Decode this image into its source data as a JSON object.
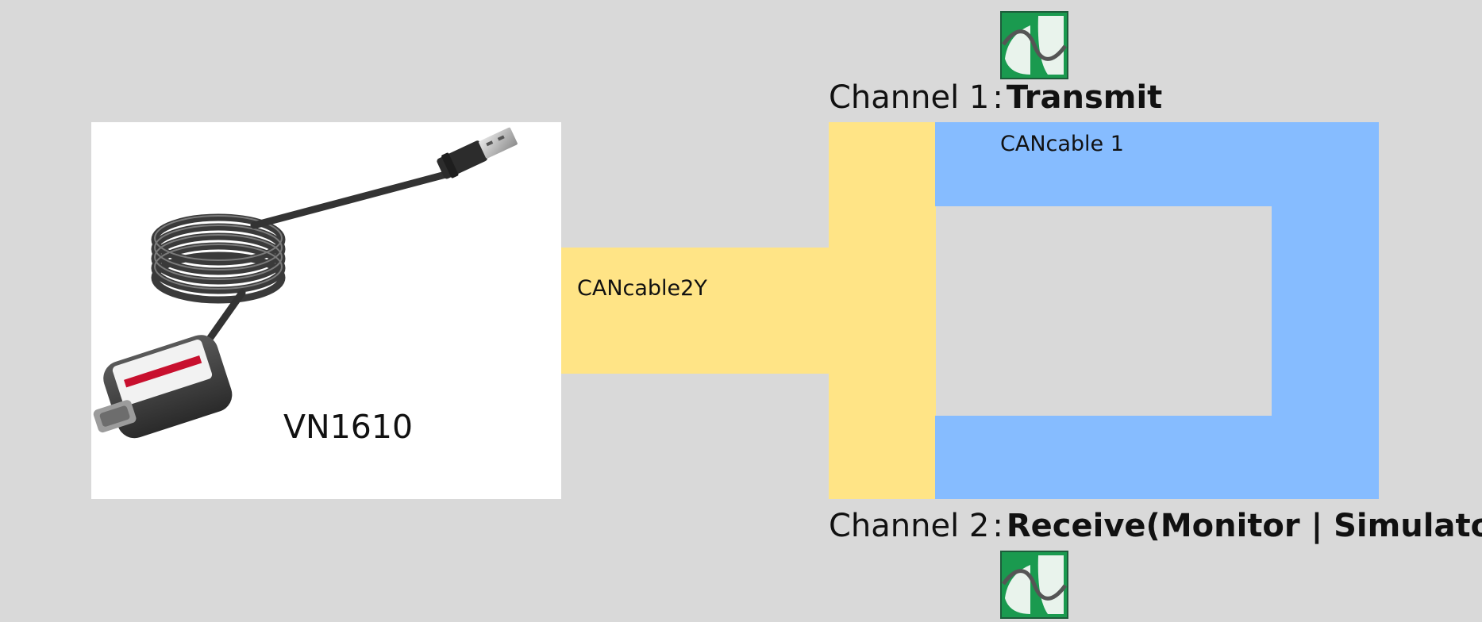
{
  "device": {
    "label": "VN1610",
    "image_icon": "usb-interface-device-icon"
  },
  "cables": {
    "yellow": {
      "label": "CANcable2Y",
      "color": "#ffe486"
    },
    "blue": {
      "label": "CANcable 1",
      "color": "#86bcff"
    }
  },
  "channels": [
    {
      "prefix": "Channel 1",
      "separator": ":",
      "role": "Transmit",
      "icon": "can-node-icon"
    },
    {
      "prefix": "Channel 2",
      "separator": ":",
      "role": "Receive(Monitor | Simulator)",
      "icon": "can-node-icon"
    }
  ],
  "colors": {
    "background": "#d9d9d9",
    "panel": "#ffffff",
    "icon_green": "#1a9a4f",
    "icon_border": "#1d5c3a"
  }
}
